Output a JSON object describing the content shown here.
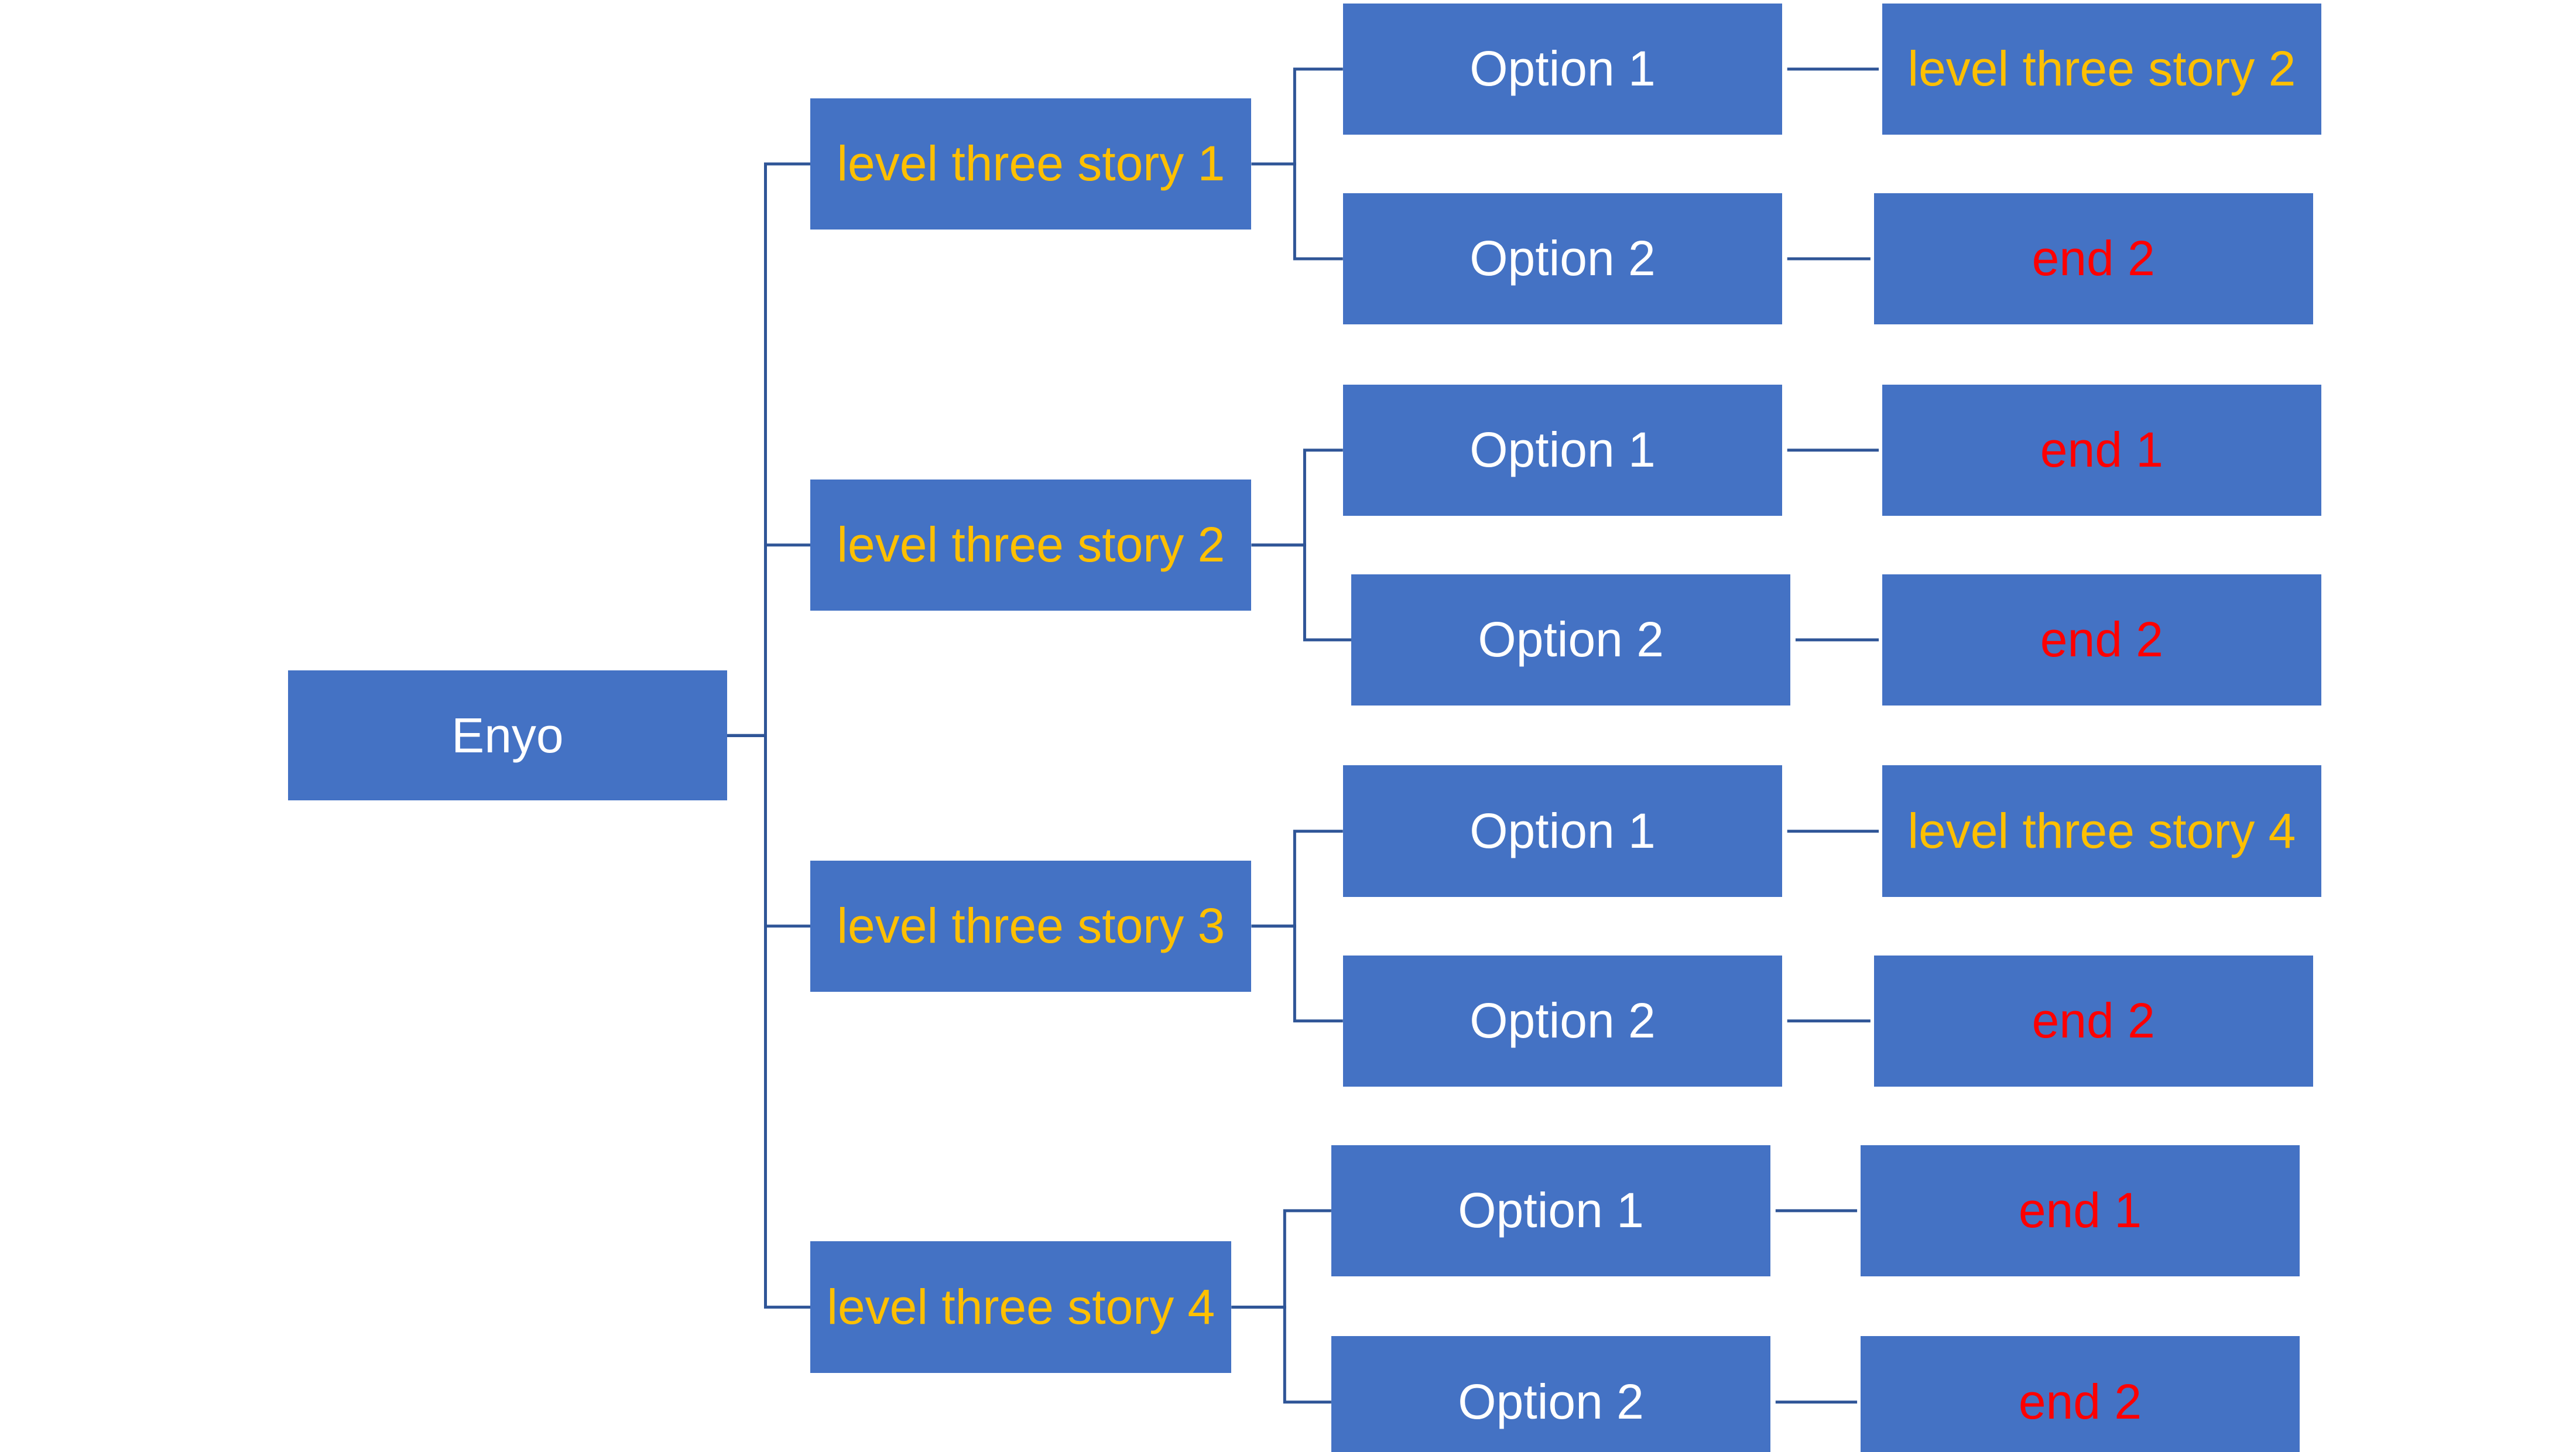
{
  "colors": {
    "box_fill": "#4472C4",
    "connector": "#2F5597",
    "text_white": "#FFFFFF",
    "text_gold": "#FFC000",
    "text_red": "#FF0000"
  },
  "tree": {
    "root": {
      "label": "Enyo",
      "color": "white"
    },
    "branches": [
      {
        "label": "level three story 1",
        "color": "gold",
        "options": [
          {
            "label": "Option 1",
            "color": "white",
            "outcome": {
              "label": "level three story 2",
              "color": "gold"
            }
          },
          {
            "label": "Option 2",
            "color": "white",
            "outcome": {
              "label": "end 2",
              "color": "red"
            }
          }
        ]
      },
      {
        "label": "level three story 2",
        "color": "gold",
        "options": [
          {
            "label": "Option 1",
            "color": "white",
            "outcome": {
              "label": "end 1",
              "color": "red"
            }
          },
          {
            "label": "Option 2",
            "color": "white",
            "outcome": {
              "label": "end 2",
              "color": "red"
            }
          }
        ]
      },
      {
        "label": "level three story 3",
        "color": "gold",
        "options": [
          {
            "label": "Option 1",
            "color": "white",
            "outcome": {
              "label": "level three story 4",
              "color": "gold"
            }
          },
          {
            "label": "Option 2",
            "color": "white",
            "outcome": {
              "label": "end 2",
              "color": "red"
            }
          }
        ]
      },
      {
        "label": "level three story 4",
        "color": "gold",
        "options": [
          {
            "label": "Option 1",
            "color": "white",
            "outcome": {
              "label": "end 1",
              "color": "red"
            }
          },
          {
            "label": "Option 2",
            "color": "white",
            "outcome": {
              "label": "end 2",
              "color": "red"
            }
          }
        ]
      }
    ]
  }
}
